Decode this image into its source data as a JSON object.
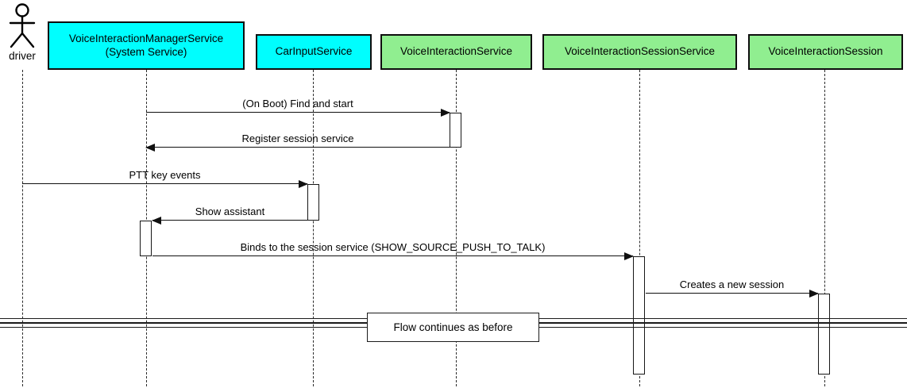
{
  "diagram": {
    "type": "uml-sequence",
    "actor": {
      "name": "driver"
    },
    "participants": [
      {
        "id": "vims",
        "label": "VoiceInteractionManagerService\n(System Service)",
        "fill": "#00FEFE"
      },
      {
        "id": "carinput",
        "label": "CarInputService",
        "fill": "#00FEFE"
      },
      {
        "id": "vis",
        "label": "VoiceInteractionService",
        "fill": "#90EE90"
      },
      {
        "id": "viss",
        "label": "VoiceInteractionSessionService",
        "fill": "#90EE90"
      },
      {
        "id": "visession",
        "label": "VoiceInteractionSession",
        "fill": "#90EE90"
      }
    ],
    "messages": [
      {
        "from": "vims",
        "to": "vis",
        "label": "(On Boot) Find and start"
      },
      {
        "from": "vis",
        "to": "vims",
        "label": "Register session service"
      },
      {
        "from": "driver",
        "to": "carinput",
        "label": "PTT key events"
      },
      {
        "from": "carinput",
        "to": "vims",
        "label": "Show assistant"
      },
      {
        "from": "vims",
        "to": "viss",
        "label": "Binds to the session service (SHOW_SOURCE_PUSH_TO_TALK)"
      },
      {
        "from": "viss",
        "to": "visession",
        "label": "Creates a new session"
      }
    ],
    "divider": {
      "label": "Flow continues as before"
    },
    "colors": {
      "participant_cyan": "#00FEFE",
      "participant_green": "#90EE90",
      "line": "#101010",
      "background": "#ffffff"
    }
  }
}
